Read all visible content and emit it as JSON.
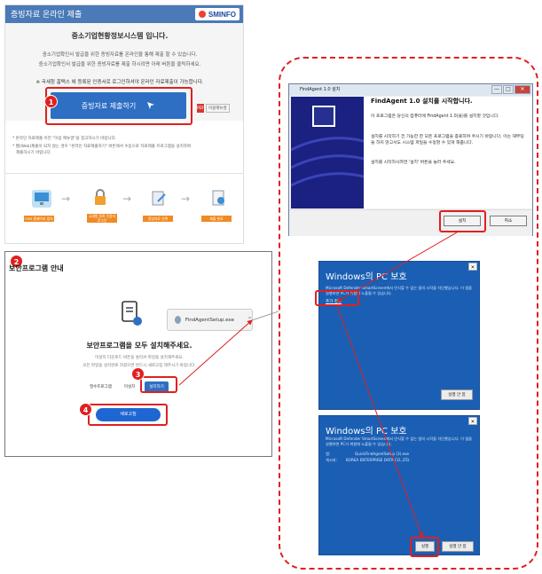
{
  "portal": {
    "header_title": "증빙자료 온라인 제출",
    "logo_text": "SMINFO",
    "heading": "중소기업현황정보시스템 입니다.",
    "lines": [
      "중소기업확인서 발급을 위한 증빙자료를 온라인을 통해 제출 할 수 있습니다.",
      "중소기업확인서 발급을 위한 증빙자료를 제출 하시려면 아래 버튼을 클릭하세요."
    ],
    "notice": "※ 국세청 홈택스 에 등록된 인증서로 로그인하셔야 온라인 자료제출이 가능합니다.",
    "submit_button": "증빙자료 제출하기",
    "manual_label": "이용매뉴얼",
    "pdf_glyph": "PDF",
    "badge": "1",
    "notes": [
      "* 온라인 자료제출 이전 \"이용 매뉴얼\"을 참고하시기 바랍니다.",
      "* 웹(Web)제출이 되지 않는 경우 \"온라인 자료제출하기\" 버튼에서 수동으로 자료제출 프로그램을 설치하여",
      "제출하시기 바랍니다."
    ],
    "steps": [
      "EMS 홈페이지 접속",
      "국세청 등록 인증서 로그인",
      "증빙자료 선택",
      "제출 완료"
    ]
  },
  "security": {
    "badge": "2",
    "title": "보안프로그램 안내",
    "heading": "보안프로그램을 모두 설치해주세요.",
    "lines": [
      "미설치 다운로드 버튼을 눌러서 파일을 설치해주세요.",
      "모든 파일을 설치완료 하셨으면 반드시 새로고침 해주시기 바랍니다."
    ],
    "program_label": "필수프로그램",
    "status_label": "미설치",
    "install_button": "설치하기",
    "badge3": "3",
    "badge4": "4",
    "refresh_button": "새로고침",
    "download_file": "FindAgentSetup.exe",
    "download_chevron": "^"
  },
  "installer": {
    "window_title": "FindAgent 1.0 설치",
    "win_min": "—",
    "win_max": "□",
    "win_close": "✕",
    "heading": "FindAgent 1.0 설치를 시작합니다.",
    "paragraphs": [
      "이 프로그램은 당신의 컴퓨터에 FindAgent 1.0(을)를 설치할 것입니다.",
      "설치를 시작하기 전 가능한 한 모든 프로그램을 종료하여 주시기 바랍니다. 이는 재부팅을 하지 않고서도 시스템 파일을 수정할 수 있게 해줍니다.",
      "설치를 시작하시려면 '설치' 버튼을 눌러 주세요."
    ],
    "install_button": "설치",
    "cancel_button": "취소"
  },
  "defender1": {
    "close": "✕",
    "title": "Windows의 PC 보호",
    "text": "Microsoft Defender SmartScreen에서 인식할 수 없는 앱의 시작을 차단했습니다. 이 앱을 실행하면 PC가 위험에 노출될 수 있습니다.",
    "more_info": "추가 정보",
    "dont_run": "실행 안 함"
  },
  "defender2": {
    "close": "✕",
    "title": "Windows의 PC 보호",
    "text": "Microsoft Defender SmartScreen에서 인식할 수 없는 앱의 시작을 차단했습니다. 이 앱을 실행하면 PC가 위험에 노출될 수 있습니다.",
    "app_label": "앱:",
    "app_value": "QuickFindAgentSetup (3).exe",
    "publisher_label": "게시자:",
    "publisher_value": "KOREA ENTERPRISE DATA CO.,LTD.",
    "run_button": "실행",
    "dont_run": "실행 안 함"
  },
  "colors": {
    "accent_red": "#e02020",
    "primary_blue": "#2e6fc4",
    "defender_blue": "#1a5fb4"
  }
}
